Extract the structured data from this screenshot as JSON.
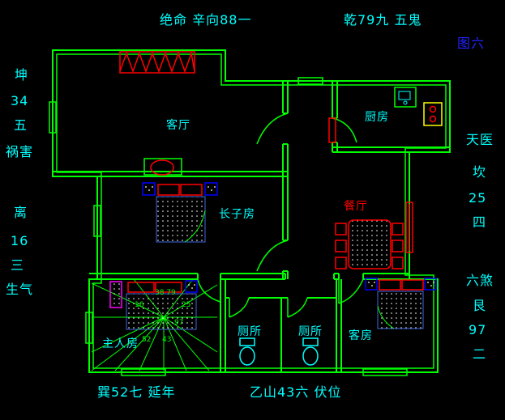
{
  "colors": {
    "background": "#000000",
    "wall": "#00FF00",
    "label": "#00FFFF",
    "dining_label": "#FF0000",
    "figure_label": "#2222FF",
    "furniture_red": "#FF0000",
    "furniture_blue": "#0000FF",
    "furniture_magenta": "#FF00FF",
    "appliance_yellow": "#FFFF00",
    "mattress_dot": "#FFFFFF"
  },
  "annotations": {
    "top_left": "绝命 辛向88一",
    "top_right": "乾79九 五鬼",
    "figure_label": "图六",
    "left_upper": [
      "坤",
      "34",
      "五",
      "祸害"
    ],
    "left_lower": [
      "离",
      "16",
      "三",
      "生气"
    ],
    "right_upper": [
      "天医",
      "坎",
      "25",
      "四"
    ],
    "right_lower": [
      "六煞",
      "艮",
      "97",
      "二"
    ],
    "bottom_left": "巽52七 延年",
    "bottom_right": "乙山43六 伏位"
  },
  "rooms": {
    "living_room": "客厅",
    "kitchen": "厨房",
    "dining_room": "餐厅",
    "eldest_son_room": "长子房",
    "master_bedroom": "主人房",
    "toilet_left": "厕所",
    "toilet_right": "厕所",
    "guest_room": "客房"
  },
  "compass_numbers": [
    {
      "text": "38 79"
    },
    {
      "text": "16"
    },
    {
      "text": "25"
    },
    {
      "text": "97"
    },
    {
      "text": "52"
    },
    {
      "text": "43"
    }
  ]
}
